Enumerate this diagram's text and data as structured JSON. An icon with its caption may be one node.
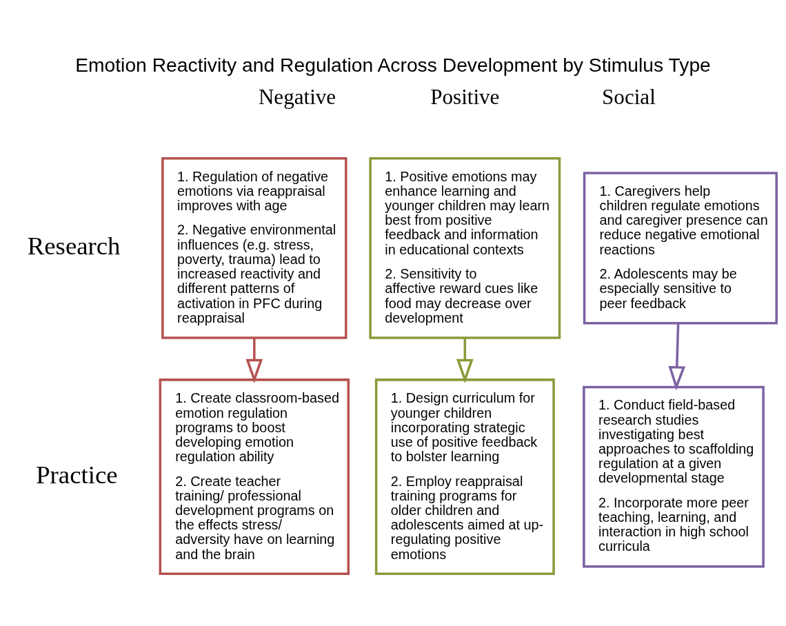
{
  "diagram": {
    "title": "Emotion Reactivity and Regulation Across Development by Stimulus Type",
    "nodes": [
      {
        "text": [
          "1. Regulation of negative emotions via reappraisal improves with age",
          "2. Negative environmental influences (e.g. stress, poverty, trauma) lead to increased reactivity and different patterns of activation in PFC during reappraisal"
        ]
      },
      {
        "text": [
          "1. Positive emotions may enhance learning and younger children may learn best from positive feedback and information in educational contexts",
          "2. Sensitivity to affective reward cues like food may decrease over development"
        ]
      },
      {
        "text": [
          "1. Caregivers help children regulate emotions and caregiver presence can reduce negative emotional reactions",
          "2. Adolescents may be especially sensitive to peer feedback"
        ]
      },
      {
        "text": [
          "1. Create classroom-based emotion regulation programs to boost developing emotion regulation ability",
          "2. Create teacher training/ professional development programs on the effects stress/ adversity have on learning and the brain"
        ]
      },
      {
        "text": [
          "1. Design curriculum for younger children incorporating strategic use of positive feedback to bolster learning",
          "2. Employ reappraisal training programs for older children and adolescents aimed at up-regulating positive emotions"
        ]
      },
      {
        "text": [
          "1. Conduct field-based research studies investigating best approaches to scaffolding regulation at a given developmental stage",
          "2. Incorporate more peer teaching, learning, and interaction in high school curricula"
        ]
      }
    ],
    "edges": [
      {
        "from": 0,
        "to": 3,
        "arrow": "to",
        "color": "#b5524f"
      },
      {
        "from": 1,
        "to": 4,
        "arrow": "to",
        "color": "#8a9a3b"
      },
      {
        "from": 2,
        "to": 5,
        "arrow": "to",
        "color": "#7d62a3"
      }
    ],
    "labels": [
      "Negative",
      "Positive",
      "Social",
      "Research",
      "Practice"
    ]
  }
}
